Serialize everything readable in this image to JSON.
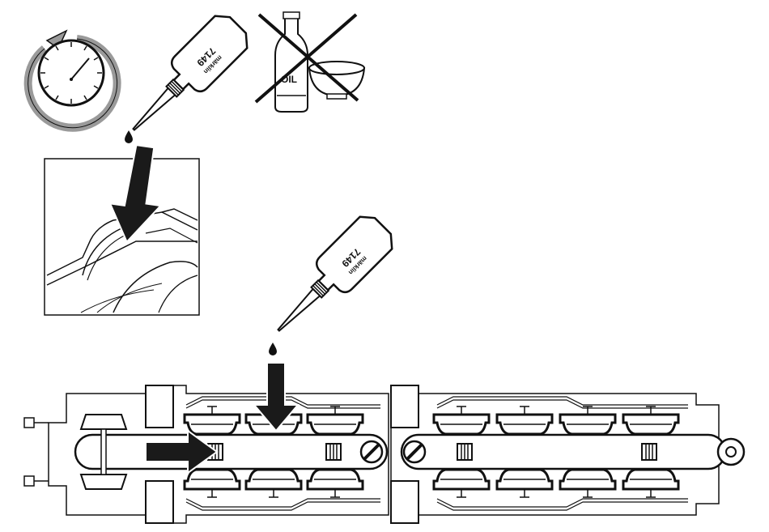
{
  "illustration": {
    "bottle_number": "7149",
    "bottle_brand": "märklin",
    "oil_label": "OIL",
    "colors": {
      "ink": "#111111",
      "arrow": "#1a1a1a",
      "ring": "#9a9a9a",
      "paper": "#ffffff"
    }
  },
  "icons": [
    "stopwatch-cycle-icon",
    "oil-bottle-icon",
    "no-oil-prohibited-icon",
    "oil-drop-icon",
    "down-arrow-icon",
    "right-arrow-icon",
    "screw-icon"
  ]
}
